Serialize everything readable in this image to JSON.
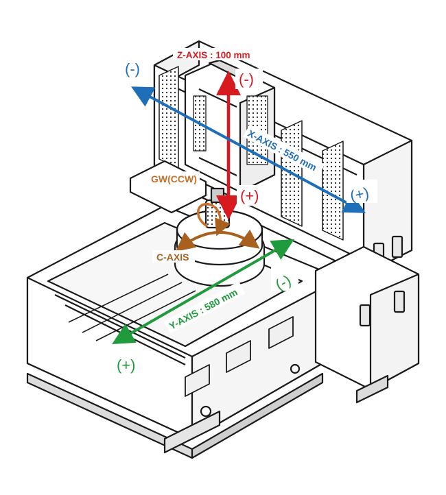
{
  "diagram": {
    "axes": {
      "z": {
        "label": "Z-AXIS : 100 mm",
        "minus": "(-)",
        "plus": "(+)",
        "color": "#d71920"
      },
      "x": {
        "label": "X-AXIS : 550 mm",
        "minus": "(-)",
        "plus": "(+)",
        "color": "#1f6fb8"
      },
      "y": {
        "label": "Y-AXIS : 580 mm",
        "minus": "(-)",
        "plus": "(+)",
        "color": "#1f9a3c"
      },
      "c": {
        "label": "C-AXIS",
        "color": "#a8601f"
      },
      "gw": {
        "label": "GW(CCW)",
        "color": "#c8702a"
      }
    },
    "colors": {
      "outline": "#1a1a1a",
      "body": "#ffffff",
      "shade": "#d9d9d9",
      "dark": "#555555"
    }
  }
}
